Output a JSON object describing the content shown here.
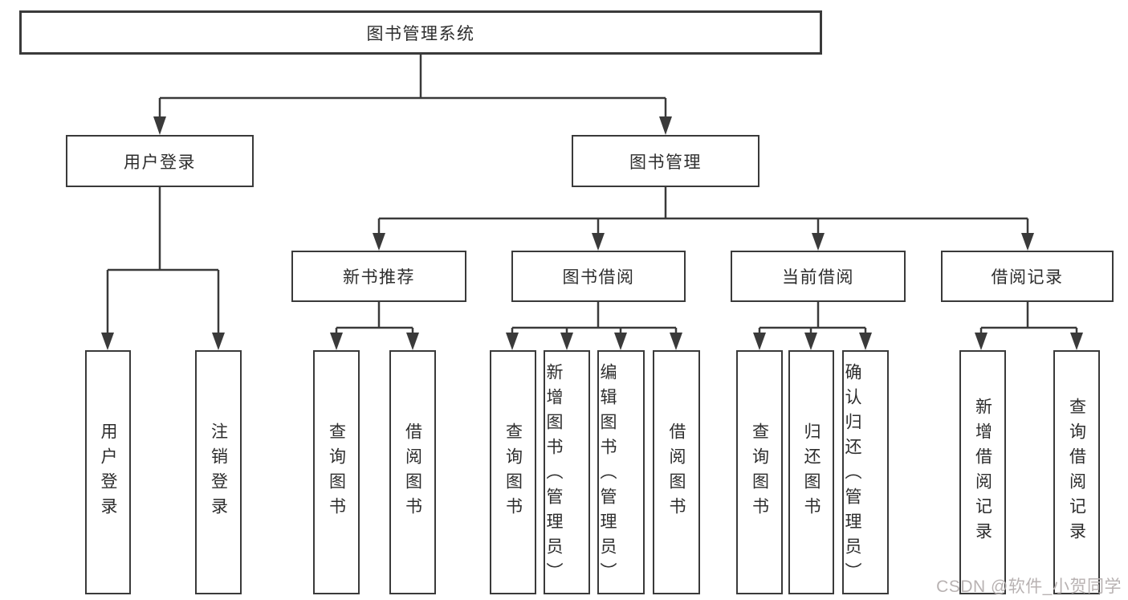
{
  "diagram": {
    "root": "图书管理系统",
    "branches": [
      {
        "label": "用户登录",
        "children": [
          "用户登录",
          "注销登录"
        ]
      },
      {
        "label": "图书管理",
        "groups": [
          {
            "label": "新书推荐",
            "children": [
              "查询图书",
              "借阅图书"
            ]
          },
          {
            "label": "图书借阅",
            "children": [
              "查询图书",
              "新增图书（管理员）",
              "编辑图书（管理员）",
              "借阅图书"
            ]
          },
          {
            "label": "当前借阅",
            "children": [
              "查询图书",
              "归还图书",
              "确认归还（管理员）"
            ]
          },
          {
            "label": "借阅记录",
            "children": [
              "新增借阅记录",
              "查询借阅记录"
            ]
          }
        ]
      }
    ]
  },
  "colors": {
    "line": "#3a3a3a",
    "text": "#2d2d2d",
    "watermark": "#b8b2b2",
    "background": "#ffffff"
  },
  "watermark": {
    "text": "CSDN @软件_小贺同学"
  }
}
